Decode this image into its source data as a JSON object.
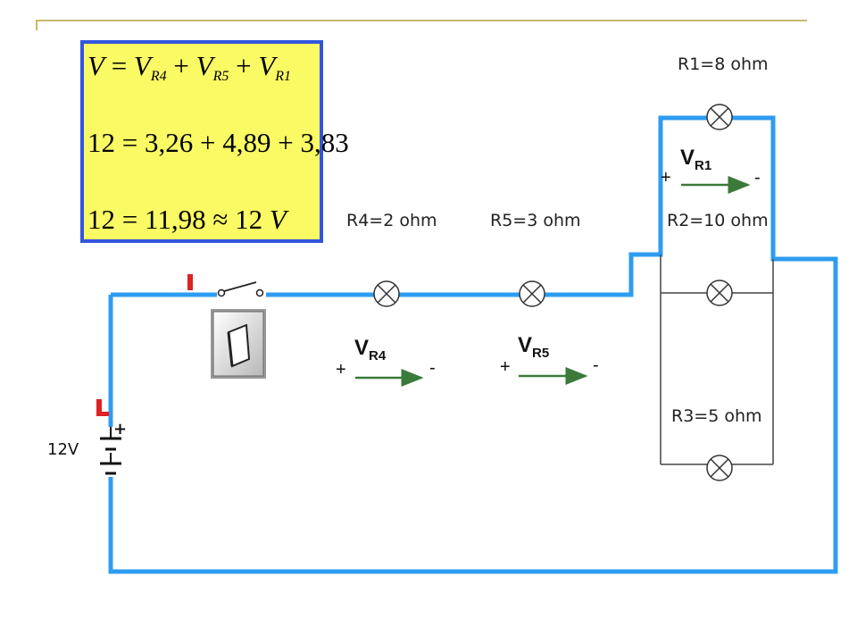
{
  "formula": {
    "line1": {
      "v": "V",
      "eq": " = ",
      "v_r4": "V",
      "s_r4": "R4",
      "plus1": " + ",
      "v_r5": "V",
      "s_r5": "R5",
      "plus2": " + ",
      "v_r1": "V",
      "s_r1": "R1"
    },
    "line2": "12 = 3,26 + 4,89 + 3,83",
    "line3": {
      "text": "12 = 11,98 ≈ 12 ",
      "unit": "V"
    }
  },
  "components": {
    "r1_label": "R1=8 ohm",
    "r2_label": "R2=10 ohm",
    "r3_label": "R3=5 ohm",
    "r4_label": "R4=2 ohm",
    "r5_label": "R5=3 ohm",
    "battery_label": "12V",
    "battery_plus": "+"
  },
  "voltages": {
    "r1": {
      "main": "V",
      "sub": "R1",
      "plus": "+",
      "minus": "-"
    },
    "r4": {
      "main": "V",
      "sub": "R4",
      "plus": "+",
      "minus": "-"
    },
    "r5": {
      "main": "V",
      "sub": "R5",
      "plus": "+",
      "minus": "-"
    }
  },
  "colors": {
    "wire": "#2e9cf0",
    "formula_bg": "#fafa64",
    "formula_border": "#3355dd",
    "arrow": "#3a7a3a",
    "accent_line": "#c8b96e",
    "marker": "#dd2222"
  }
}
